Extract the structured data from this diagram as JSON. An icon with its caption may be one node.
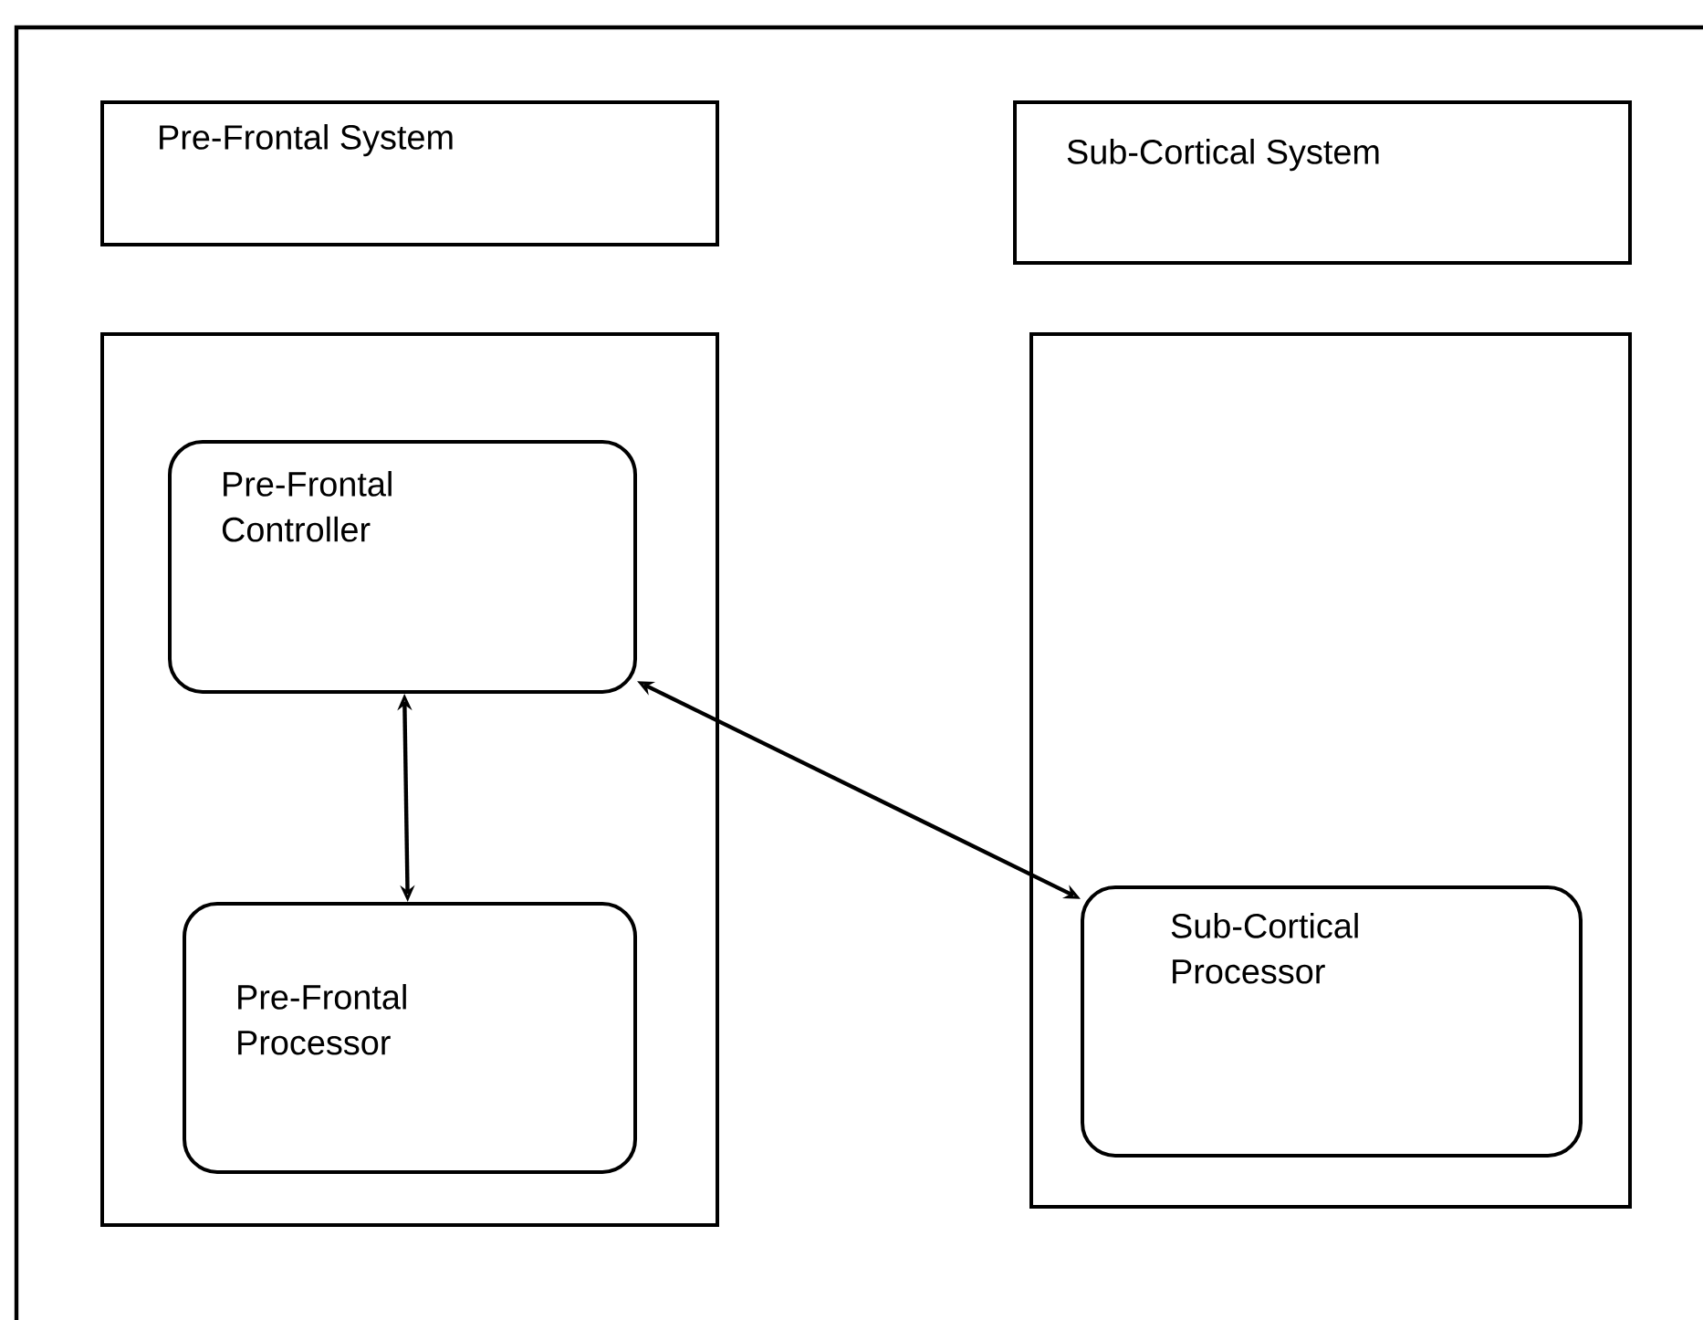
{
  "diagram": {
    "nodes": [
      {
        "text": [
          "Pre-Frontal System"
        ]
      },
      {
        "text": [
          "Sub-Cortical System"
        ]
      },
      {
        "text": [],
        "shape": "box"
      },
      {
        "text": [
          "Pre-Frontal Controller"
        ],
        "in": 2
      },
      {
        "text": [
          "Pre-Frontal Processor"
        ],
        "in": 2
      },
      {
        "text": [],
        "shape": "box"
      },
      {
        "text": [
          "Sub-Cortical Processor"
        ],
        "in": 5
      }
    ],
    "edges": [
      {
        "from": 3,
        "to": 4,
        "arrow": "both"
      },
      {
        "from": 3,
        "to": 6,
        "arrow": "both"
      }
    ]
  }
}
